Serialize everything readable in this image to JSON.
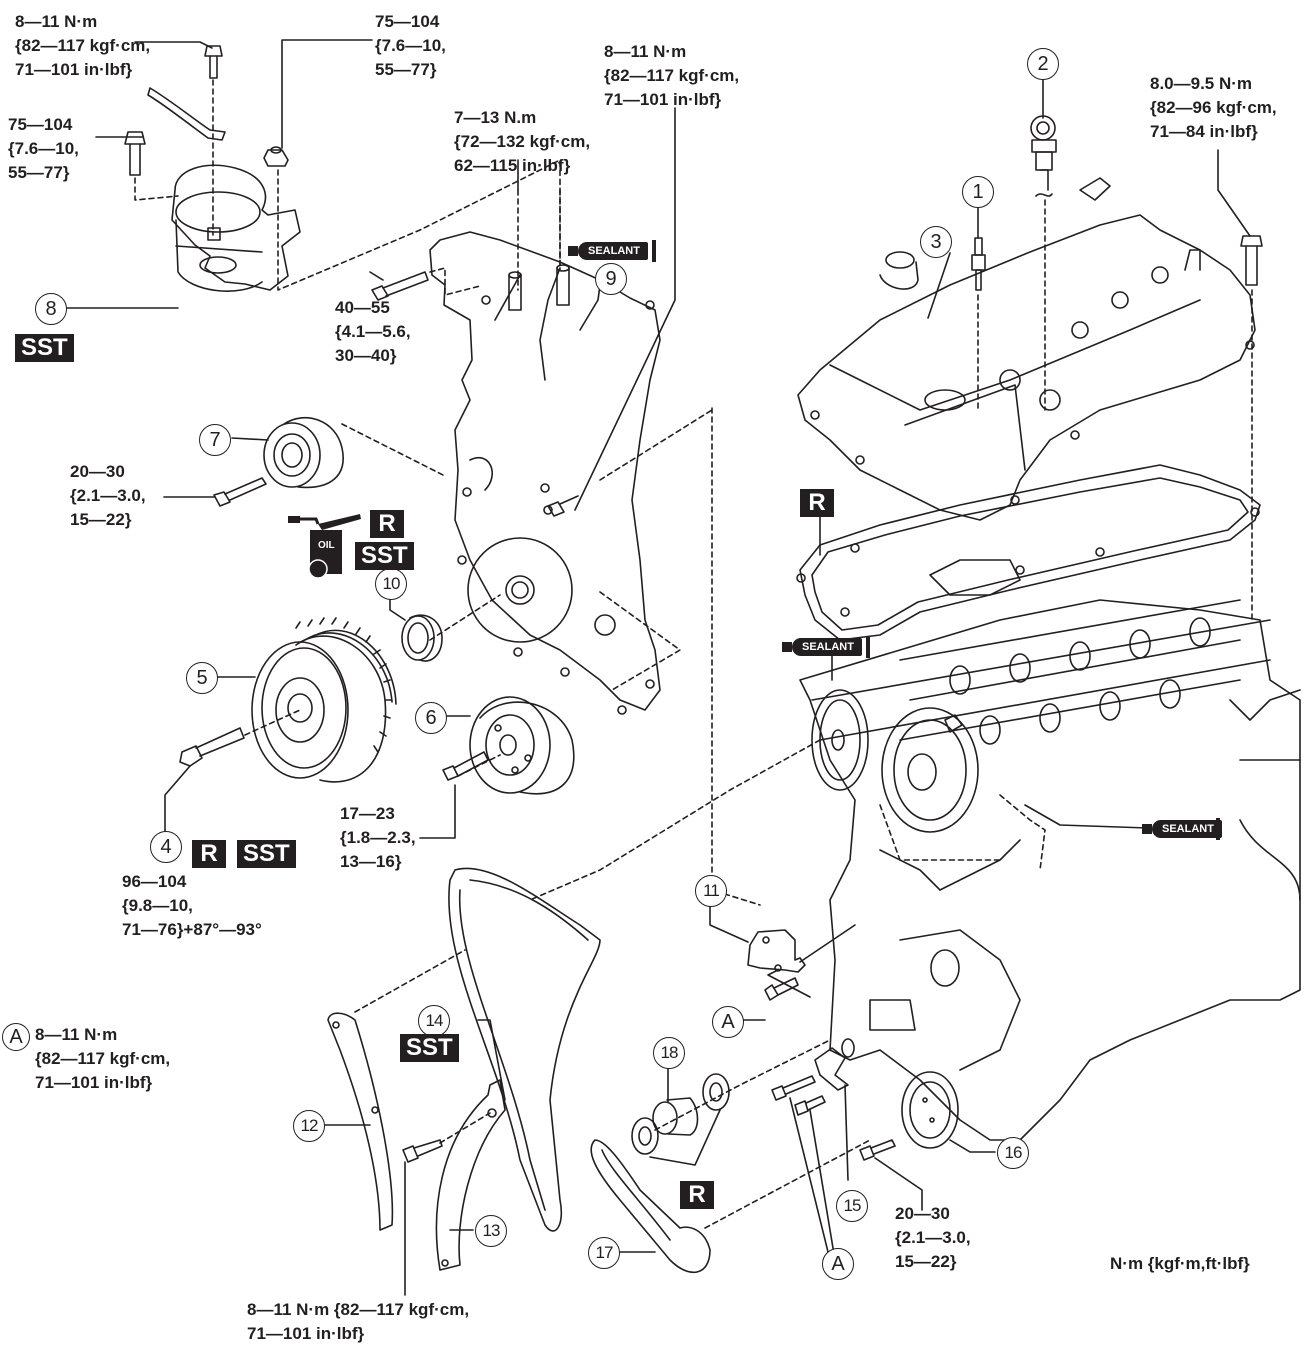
{
  "diagram": {
    "title": "Timing chain / front cover exploded view",
    "units_legend": "N·m {kgf·m,ft·lbf}",
    "torque_labels": [
      {
        "id": "t-oil-pipe-bolt",
        "text": "8—11 N·m\n{82—117 kgf·cm,\n71—101 in·lbf}"
      },
      {
        "id": "t-mount-nut",
        "text": "75—104\n{7.6—10,\n55—77}"
      },
      {
        "id": "t-mount-bolt",
        "text": "75—104\n{7.6—10,\n55—77}"
      },
      {
        "id": "t-front-cover-stud",
        "text": "7—13 N.m\n{72—132 kgf·cm,\n62—115 in·lbf}"
      },
      {
        "id": "t-front-cover-bolt",
        "text": "8—11 N·m\n{82—117 kgf·cm,\n71—101 in·lbf}"
      },
      {
        "id": "t-head-cover-bolt",
        "text": "8.0—9.5 N·m\n{82—96 kgf·cm,\n71—84 in·lbf}"
      },
      {
        "id": "t-cover-side-bolt",
        "text": "40—55\n{4.1—5.6,\n30—40}"
      },
      {
        "id": "t-idler-bolt",
        "text": "20—30\n{2.1—3.0,\n15—22}"
      },
      {
        "id": "t-tensioner-pulley-bolt",
        "text": "17—23\n{1.8—2.3,\n13—16}"
      },
      {
        "id": "t-crank-bolt",
        "text": "96—104\n{9.8—10,\n71—76}+87°—93°"
      },
      {
        "id": "t-legend-A",
        "text": "8—11 N·m\n{82—117 kgf·cm,\n71—101 in·lbf}"
      },
      {
        "id": "t-guide-bolt",
        "text": "8—11 N·m {82—117 kgf·cm,\n71—101 in·lbf}"
      },
      {
        "id": "t-oil-pump-sprocket",
        "text": "20—30\n{2.1—3.0,\n15—22}"
      }
    ],
    "callouts": [
      "1",
      "2",
      "3",
      "4",
      "5",
      "6",
      "7",
      "8",
      "9",
      "10",
      "11",
      "12",
      "13",
      "14",
      "15",
      "16",
      "17",
      "18"
    ],
    "ref_letter": "A",
    "badges": {
      "sst": "SST",
      "replace": "R",
      "sealant": "SEALANT",
      "oil": "OIL"
    }
  }
}
